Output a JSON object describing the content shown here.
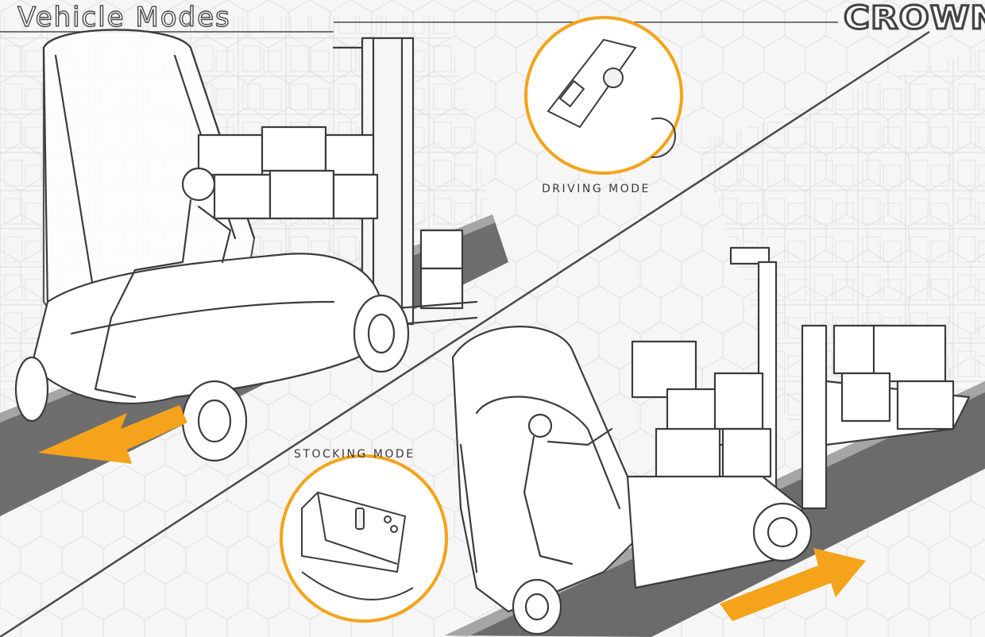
{
  "header": {
    "title": "Vehicle Modes",
    "brand_logo_text": "CROWN"
  },
  "callouts": {
    "driving_mode_label": "DRIVING MODE",
    "stocking_mode_label": "STOCKING MODE"
  },
  "colors": {
    "accent_orange": "#f5a31a",
    "floor_gray": "#6e6e6e",
    "sketch_line": "#3c3c3c",
    "background": "#f6f6f6"
  },
  "icons": {
    "top_left_arrow": "arrow-left-icon",
    "bottom_right_arrow": "arrow-right-icon"
  }
}
